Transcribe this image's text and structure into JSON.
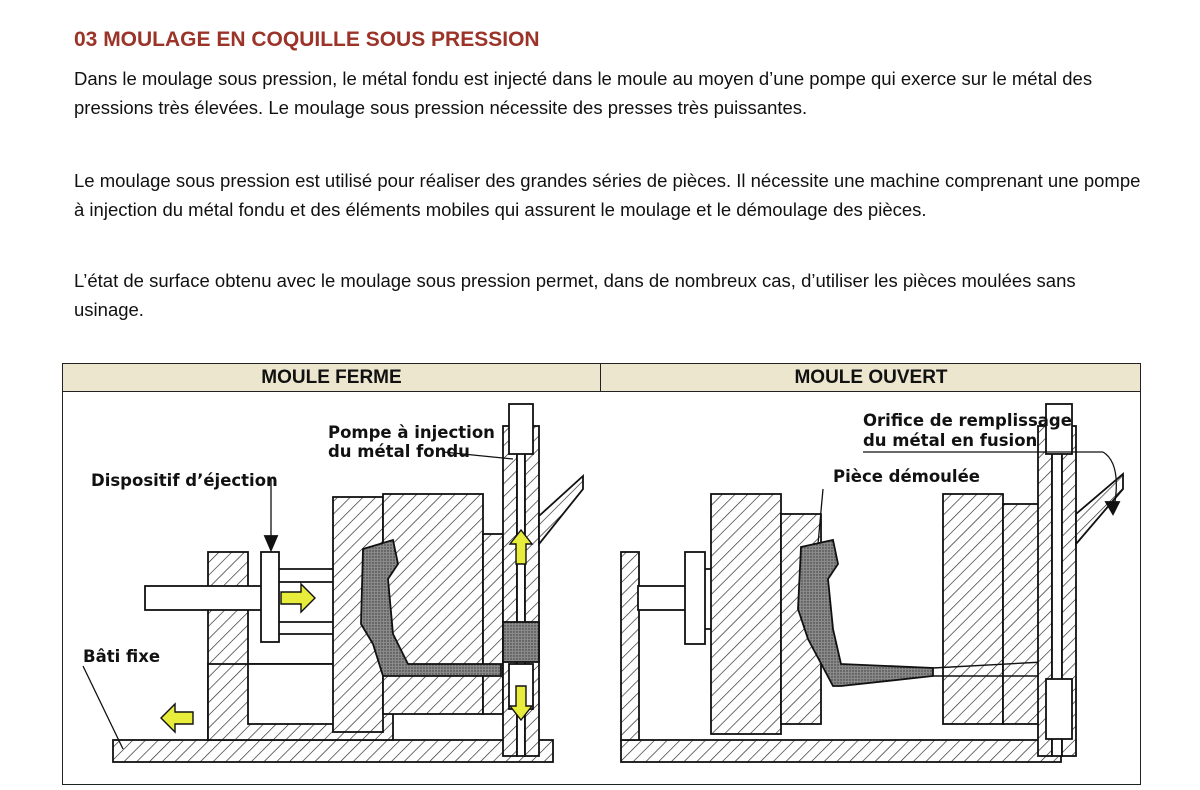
{
  "section": {
    "heading": "03 MOULAGE EN COQUILLE SOUS PRESSION",
    "paragraphs": [
      "Dans le moulage sous pression, le métal fondu est injecté dans le moule au moyen d’une pompe qui exerce sur le métal des pressions très élevées. Le moulage sous pression nécessite des presses très puissantes.",
      "Le moulage sous pression est utilisé pour réaliser des grandes séries de pièces. Il nécessite une machine comprenant une pompe à injection du métal fondu et des éléments mobiles qui assurent le moulage et le démoulage des pièces.",
      "L’état de surface obtenu avec le moulage sous pression permet, dans de nombreux cas, d’utiliser les pièces moulées sans usinage."
    ]
  },
  "figure": {
    "columns": [
      "MOULE FERME",
      "MOULE OUVERT"
    ],
    "left_labels": {
      "pump_line1": "Pompe à injection",
      "pump_line2": "du métal fondu",
      "ejection": "Dispositif d’éjection",
      "frame": "Bâti fixe"
    },
    "right_labels": {
      "orifice_line1": "Orifice de remplissage",
      "orifice_line2": "du métal en fusion",
      "part": "Pièce démoulée"
    }
  },
  "colors": {
    "heading": "#9b3328",
    "header_band": "#ece6cf",
    "arrow": "#e8ec3a"
  }
}
